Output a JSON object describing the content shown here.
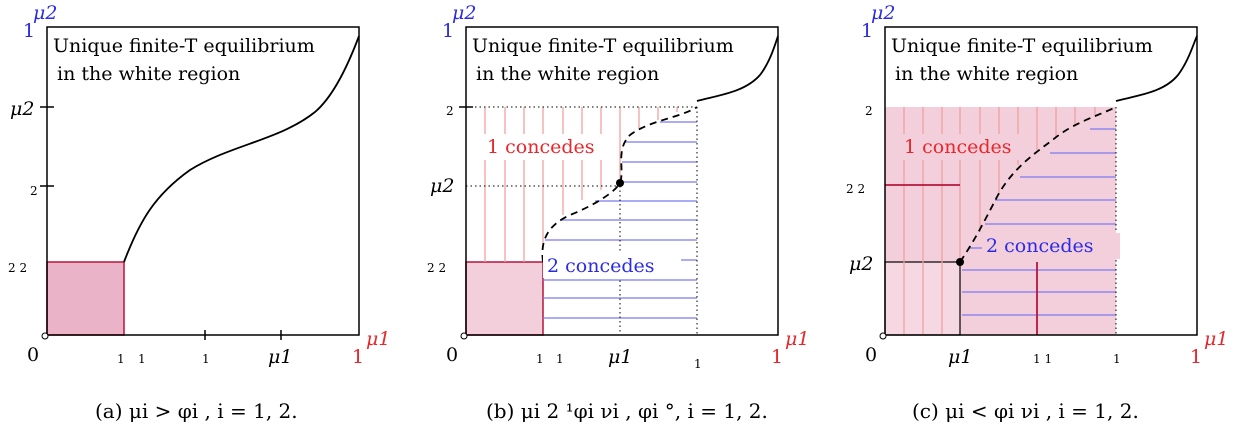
{
  "colors": {
    "axis_mu1": "#e8262b",
    "axis_mu2": "#2b2be6",
    "red_hatch": "#f0a0a0",
    "blue_hatch": "#7b7bf0",
    "square_fill_a": "#eab3c7",
    "square_fill_b": "#f3cfdb",
    "square_border": "#b8143c"
  },
  "panels": [
    {
      "axis_x_label": "μ1",
      "axis_x_tick": "1",
      "axis_y_label": "μ2",
      "axis_y_tick": "1",
      "origin": "0",
      "box_text_line1": "Unique finite-T equilibrium",
      "box_text_line2": "in the white region",
      "y_labels": [
        "μ2",
        "2",
        "2 2"
      ],
      "x_labels": [
        "1",
        "1",
        "1",
        "μ1"
      ],
      "caption": "(a) μi > φi , i = 1, 2."
    },
    {
      "axis_x_label": "μ1",
      "axis_x_tick": "1",
      "axis_y_label": "μ2",
      "axis_y_tick": "1",
      "origin": "0",
      "box_text_line1": "Unique finite-T equilibrium",
      "box_text_line2": "in the white region",
      "y_labels": [
        "2",
        "μ2",
        "2 2"
      ],
      "x_labels": [
        "1",
        "1",
        "μ1",
        "1"
      ],
      "region_red": "1 concedes",
      "region_blue": "2 concedes",
      "caption": "(b) μi 2 ¹φi νi , φi °, i = 1, 2."
    },
    {
      "axis_x_label": "μ1",
      "axis_x_tick": "1",
      "axis_y_label": "μ2",
      "axis_y_tick": "1",
      "origin": "0",
      "box_text_line1": "Unique finite-T equilibrium",
      "box_text_line2": "in the white region",
      "y_labels": [
        "2",
        "2 2",
        "μ2"
      ],
      "x_labels": [
        "μ1",
        "1 1",
        "1"
      ],
      "region_red": "1 concedes",
      "region_blue": "2 concedes",
      "caption": "(c) μi < φi νi , i = 1, 2."
    }
  ]
}
